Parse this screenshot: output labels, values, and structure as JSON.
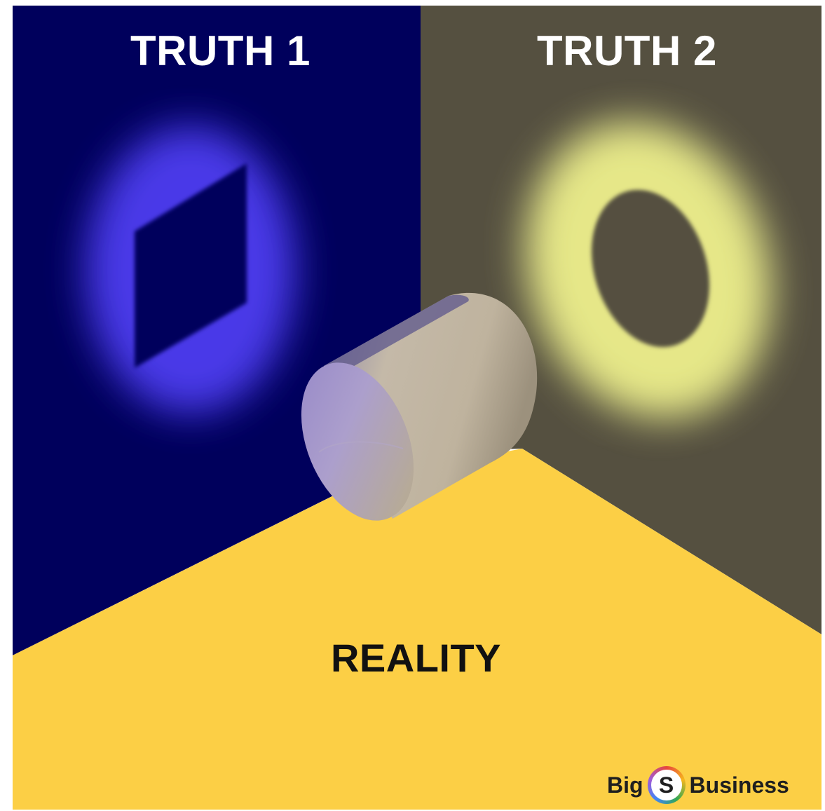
{
  "labels": {
    "left_wall": "TRUTH 1",
    "right_wall": "TRUTH 2",
    "floor": "REALITY"
  },
  "logo": {
    "left_text": "Big",
    "badge_letter": "S",
    "right_text": "Business"
  },
  "colors": {
    "left_wall": "#00005c",
    "right_wall": "#555040",
    "floor": "#fccf45",
    "blue_glow": "#4d3cf0",
    "yellow_glow": "#eef08c",
    "cylinder": "#b9ad9b"
  }
}
